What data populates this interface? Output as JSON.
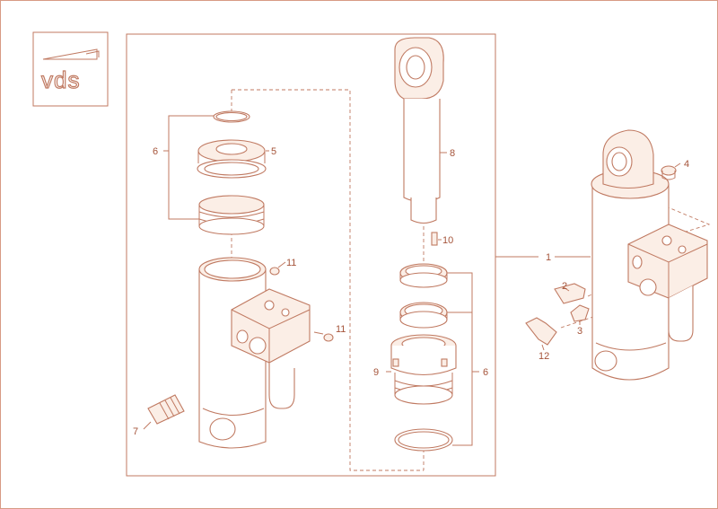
{
  "logo": {
    "text": "vds"
  },
  "colors": {
    "line": "#c07a62",
    "label": "#a5543a",
    "fill": "#fbeee6"
  },
  "callouts": {
    "c1": "1",
    "c2": "2",
    "c3": "3",
    "c4": "4",
    "c5": "5",
    "c6a": "6",
    "c6b": "6",
    "c7": "7",
    "c8": "8",
    "c9": "9",
    "c10": "10",
    "c11a": "11",
    "c11b": "11",
    "c12": "12"
  }
}
